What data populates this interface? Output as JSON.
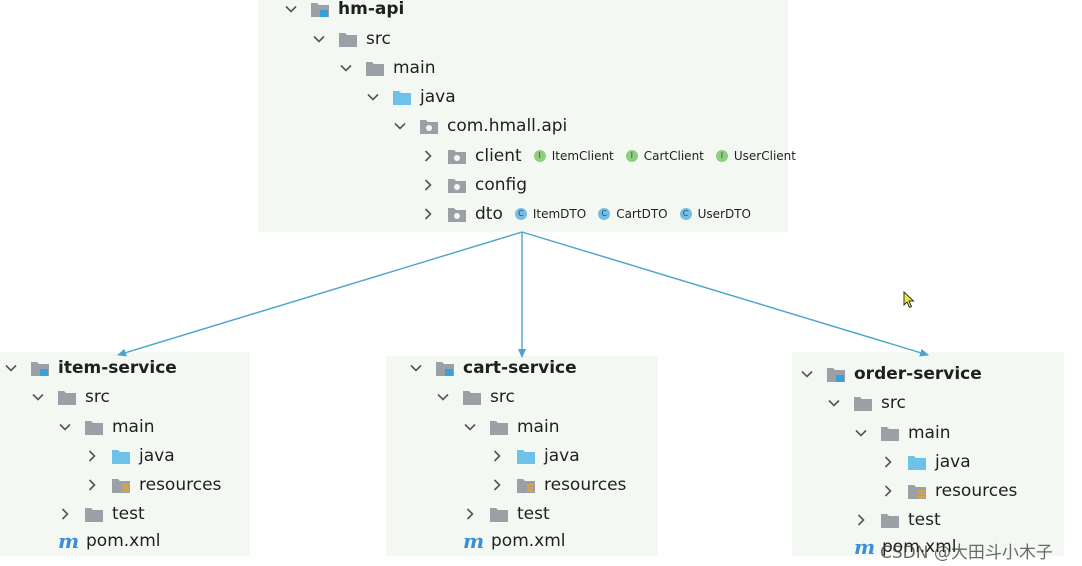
{
  "api_tree": {
    "root": "hm-api",
    "src": "src",
    "main": "main",
    "java": "java",
    "package": "com.hmall.api",
    "client": {
      "label": "client",
      "badge": "I",
      "items": [
        "ItemClient",
        "CartClient",
        "UserClient"
      ]
    },
    "config": {
      "label": "config"
    },
    "dto": {
      "label": "dto",
      "badge": "C",
      "items": [
        "ItemDTO",
        "CartDTO",
        "UserDTO"
      ]
    }
  },
  "services": [
    {
      "name": "item-service",
      "src": "src",
      "main": "main",
      "java": "java",
      "resources": "resources",
      "test": "test",
      "pom": "pom.xml"
    },
    {
      "name": "cart-service",
      "src": "src",
      "main": "main",
      "java": "java",
      "resources": "resources",
      "test": "test",
      "pom": "pom.xml"
    },
    {
      "name": "order-service",
      "src": "src",
      "main": "main",
      "java": "java",
      "resources": "resources",
      "test": "test",
      "pom": "pom.xml"
    }
  ],
  "watermark": "CSDN @大田斗小木子",
  "colors": {
    "arrow": "#4aa3cc",
    "panel_bg": "#f4f8f2",
    "folder_gray": "#9aa0a6",
    "folder_blue": "#6ec2ea",
    "module_accent": "#3aa0d8"
  },
  "icons": {
    "module": "module-folder-icon",
    "folder": "folder-icon",
    "source_folder": "source-root-folder-icon",
    "resources": "resources-folder-icon",
    "package": "package-icon",
    "maven": "maven-icon"
  }
}
